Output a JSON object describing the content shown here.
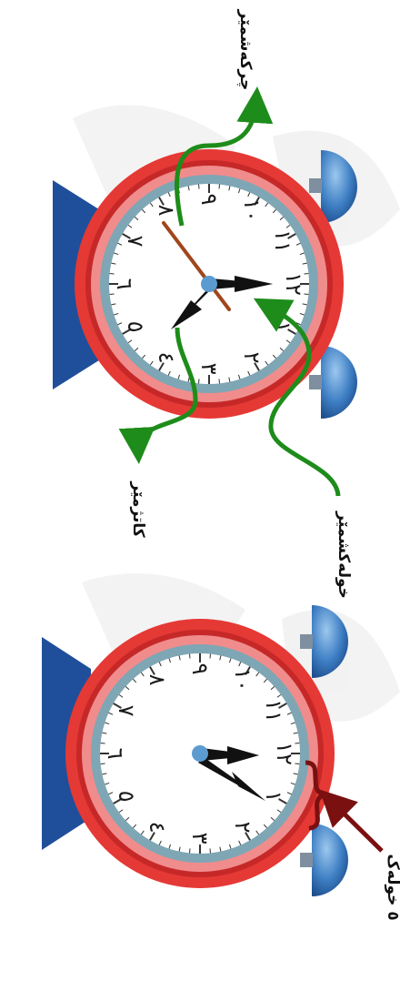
{
  "clock_top": {
    "numerals": [
      "١٢",
      "١",
      "٢",
      "٣",
      "٤",
      "٥",
      "٦",
      "٧",
      "٨",
      "٩",
      "١٠",
      "١١"
    ],
    "labels": {
      "second_hand": "چرکەشمێر",
      "hour_hand": "کاتژمێر",
      "minute_hand": "خولەکشمێر"
    }
  },
  "clock_bottom": {
    "numerals": [
      "١٢",
      "١",
      "٢",
      "٣",
      "٤",
      "٥",
      "٦",
      "٧",
      "٨",
      "٩",
      "١٠",
      "١١"
    ],
    "labels": {
      "five_minutes": "٥ خولەک"
    }
  },
  "colors": {
    "rim": "#e53935",
    "rim_inner": "#c62828",
    "bezel": "#7fa6b4",
    "bell": "#3f7fc4",
    "stand": "#1f4f9a",
    "arrow_green": "#1e8c1a",
    "arrow_darkred": "#7a1010",
    "second_hand": "#a0461c"
  }
}
